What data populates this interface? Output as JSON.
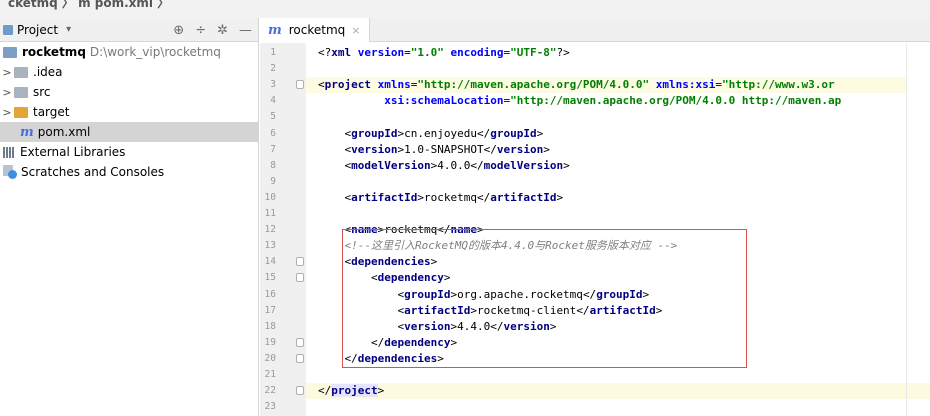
{
  "breadcrumb": {
    "text": "cketmq 〉 m pom.xml 〉"
  },
  "project_pane": {
    "title": "Project",
    "dropdown_arrow": "▾",
    "icons": [
      "globe-icon",
      "collapse-icon",
      "settings-icon",
      "hide-icon"
    ],
    "icon_glyphs": [
      "⊕",
      "÷",
      "✲",
      "—"
    ],
    "tree": [
      {
        "arrow": "",
        "icon": "module-folder",
        "label": "rocketmq",
        "path": "D:\\work_vip\\rocketmq",
        "bold": true
      },
      {
        "arrow": ">",
        "icon": "gray-folder",
        "label": ".idea"
      },
      {
        "arrow": ">",
        "icon": "gray-folder",
        "label": "src"
      },
      {
        "arrow": ">",
        "icon": "orange-folder",
        "label": "target"
      },
      {
        "arrow": "",
        "icon": "maven-file",
        "label": "pom.xml",
        "selected": true
      },
      {
        "arrow": "",
        "icon": "libraries",
        "label": "External Libraries"
      },
      {
        "arrow": "",
        "icon": "scratches",
        "label": "Scratches and Consoles"
      }
    ],
    "maven_glyph": "m"
  },
  "editor": {
    "tab": {
      "label": "rocketmq",
      "close": "×",
      "glyph": "m"
    },
    "lines": [
      {
        "n": "1",
        "tokens": [
          [
            "brk",
            "<?"
          ],
          [
            "tag",
            "xml "
          ],
          [
            "attr",
            "version"
          ],
          [
            "txt",
            "="
          ],
          [
            "val",
            "\"1.0\" "
          ],
          [
            "attr",
            "encoding"
          ],
          [
            "txt",
            "="
          ],
          [
            "val",
            "\"UTF-8\""
          ],
          [
            "brk",
            "?>"
          ]
        ]
      },
      {
        "n": "2",
        "tokens": []
      },
      {
        "n": "3",
        "hl": "top",
        "tokens": [
          [
            "brk",
            "<"
          ],
          [
            "tag",
            "project "
          ],
          [
            "attr",
            "xmlns"
          ],
          [
            "txt",
            "="
          ],
          [
            "val",
            "\"http://maven.apache.org/POM/4.0.0\" "
          ],
          [
            "attr",
            "xmlns:xsi"
          ],
          [
            "txt",
            "="
          ],
          [
            "val",
            "\"http://www.w3.or"
          ]
        ]
      },
      {
        "n": "4",
        "tokens": [
          [
            "txt",
            "          "
          ],
          [
            "attr",
            "xsi:schemaLocation"
          ],
          [
            "txt",
            "="
          ],
          [
            "val",
            "\"http://maven.apache.org/POM/4.0.0 http://maven.ap"
          ]
        ]
      },
      {
        "n": "5",
        "tokens": []
      },
      {
        "n": "6",
        "tokens": [
          [
            "txt",
            "    "
          ],
          [
            "brk",
            "<"
          ],
          [
            "tag",
            "groupId"
          ],
          [
            "brk",
            ">"
          ],
          [
            "txt",
            "cn.enjoyedu"
          ],
          [
            "brk",
            "</"
          ],
          [
            "tag",
            "groupId"
          ],
          [
            "brk",
            ">"
          ]
        ]
      },
      {
        "n": "7",
        "tokens": [
          [
            "txt",
            "    "
          ],
          [
            "brk",
            "<"
          ],
          [
            "tag",
            "version"
          ],
          [
            "brk",
            ">"
          ],
          [
            "txt",
            "1.0-SNAPSHOT"
          ],
          [
            "brk",
            "</"
          ],
          [
            "tag",
            "version"
          ],
          [
            "brk",
            ">"
          ]
        ]
      },
      {
        "n": "8",
        "tokens": [
          [
            "txt",
            "    "
          ],
          [
            "brk",
            "<"
          ],
          [
            "tag",
            "modelVersion"
          ],
          [
            "brk",
            ">"
          ],
          [
            "txt",
            "4.0.0"
          ],
          [
            "brk",
            "</"
          ],
          [
            "tag",
            "modelVersion"
          ],
          [
            "brk",
            ">"
          ]
        ]
      },
      {
        "n": "9",
        "tokens": []
      },
      {
        "n": "10",
        "tokens": [
          [
            "txt",
            "    "
          ],
          [
            "brk",
            "<"
          ],
          [
            "tag",
            "artifactId"
          ],
          [
            "brk",
            ">"
          ],
          [
            "txt",
            "rocketmq"
          ],
          [
            "brk",
            "</"
          ],
          [
            "tag",
            "artifactId"
          ],
          [
            "brk",
            ">"
          ]
        ]
      },
      {
        "n": "11",
        "tokens": []
      },
      {
        "n": "12",
        "tokens": [
          [
            "txt",
            "    "
          ],
          [
            "brk",
            "<"
          ],
          [
            "tag",
            "name"
          ],
          [
            "brk",
            ">"
          ],
          [
            "txt",
            "rocketmq"
          ],
          [
            "brk",
            "</"
          ],
          [
            "tag",
            "name"
          ],
          [
            "brk",
            ">"
          ]
        ]
      },
      {
        "n": "13",
        "tokens": [
          [
            "txt",
            "    "
          ],
          [
            "cmt",
            "<!--这里引入RocketMQ的版本4.4.0与Rocket服务版本对应 -->"
          ]
        ]
      },
      {
        "n": "14",
        "fold": true,
        "tokens": [
          [
            "txt",
            "    "
          ],
          [
            "brk",
            "<"
          ],
          [
            "tag",
            "dependencies"
          ],
          [
            "brk",
            ">"
          ]
        ]
      },
      {
        "n": "15",
        "fold": true,
        "tokens": [
          [
            "txt",
            "        "
          ],
          [
            "brk",
            "<"
          ],
          [
            "tag",
            "dependency"
          ],
          [
            "brk",
            ">"
          ]
        ]
      },
      {
        "n": "16",
        "tokens": [
          [
            "txt",
            "            "
          ],
          [
            "brk",
            "<"
          ],
          [
            "tag",
            "groupId"
          ],
          [
            "brk",
            ">"
          ],
          [
            "txt",
            "org.apache.rocketmq"
          ],
          [
            "brk",
            "</"
          ],
          [
            "tag",
            "groupId"
          ],
          [
            "brk",
            ">"
          ]
        ]
      },
      {
        "n": "17",
        "tokens": [
          [
            "txt",
            "            "
          ],
          [
            "brk",
            "<"
          ],
          [
            "tag",
            "artifactId"
          ],
          [
            "brk",
            ">"
          ],
          [
            "txt",
            "rocketmq-client"
          ],
          [
            "brk",
            "</"
          ],
          [
            "tag",
            "artifactId"
          ],
          [
            "brk",
            ">"
          ]
        ]
      },
      {
        "n": "18",
        "tokens": [
          [
            "txt",
            "            "
          ],
          [
            "brk",
            "<"
          ],
          [
            "tag",
            "version"
          ],
          [
            "brk",
            ">"
          ],
          [
            "txt",
            "4.4.0"
          ],
          [
            "brk",
            "</"
          ],
          [
            "tag",
            "version"
          ],
          [
            "brk",
            ">"
          ]
        ]
      },
      {
        "n": "19",
        "fold": true,
        "tokens": [
          [
            "txt",
            "        "
          ],
          [
            "brk",
            "</"
          ],
          [
            "tag",
            "dependency"
          ],
          [
            "brk",
            ">"
          ]
        ]
      },
      {
        "n": "20",
        "fold": true,
        "tokens": [
          [
            "txt",
            "    "
          ],
          [
            "brk",
            "</"
          ],
          [
            "tag",
            "dependencies"
          ],
          [
            "brk",
            ">"
          ]
        ]
      },
      {
        "n": "21",
        "tokens": []
      },
      {
        "n": "22",
        "hl": "cur",
        "fold": true,
        "tokens": [
          [
            "brk",
            "</"
          ],
          [
            "tag",
            "project"
          ],
          [
            "brk",
            ">"
          ]
        ]
      },
      {
        "n": "23",
        "tokens": []
      }
    ]
  },
  "colors": {
    "tag": "#000080",
    "attr": "#0000ff",
    "value": "#008000",
    "comment": "#808080",
    "current_line": "#fcfadf",
    "annotation_box": "#d9534f"
  }
}
